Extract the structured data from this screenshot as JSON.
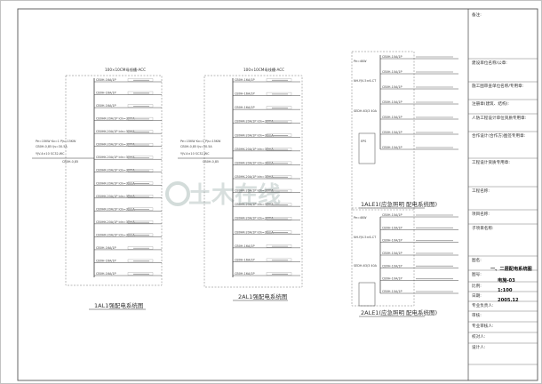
{
  "panels": {
    "p1": {
      "bus_label": "100×10CM母线槽-ACC",
      "caption": "1AL1强配电系统图",
      "incoming": [
        "Pe=15KW Kx=1 Pjs=15KW",
        "CB0H-0,85 Ijs=30.5A"
      ],
      "feeder_breakers": [
        "CB0H-16A/1P",
        "CB0H-16A/1P",
        "CB0H-16A/1P",
        "CB0HK-20A/1P Idn=30mA",
        "CB0HK-20A/1P Idn=30mA",
        "CB0HK-20A/1P Idn=30mA",
        "CB0HK-20A/1P Idn=30mA",
        "CB0HK-20A/1P Idn=30mA",
        "CB0HK-20A/1P Idn=30mA",
        "CB0HK-20A/1P Idn=30mA",
        "CB0HK-20A/1P Idn=30mA",
        "CB0HK-20A/1P Idn=30mA",
        "CB0HK-20A/1P Idn=30mA",
        "CB0H-16A/1P",
        "CB0H-16A/1P",
        "CB0H-16A/1P"
      ]
    },
    "p2": {
      "bus_label": "100×10CM母线槽-ACC",
      "caption": "2AL1强配电系统图",
      "incoming": [
        "Pe=15KW Kx=1 Pjs=15KW",
        "CB0H-0,85 Ijs=30.5A"
      ],
      "feeder_breakers": [
        "CB0H-16A/1P",
        "CB0H-16A/1P",
        "CB0H-16A/1P",
        "CB0HK-20A/1P Idn=30mA",
        "CB0HK-20A/1P Idn=30mA",
        "CB0HK-20A/1P Idn=30mA",
        "CB0HK-20A/1P Idn=30mA",
        "CB0HK-20A/1P Idn=30mA",
        "CB0HK-20A/1P Idn=30mA",
        "CB0HK-20A/1P Idn=30mA",
        "CB0HK-20A/1P Idn=30mA",
        "CB0HK-20A/1P Idn=30mA",
        "CB0H-16A/1P",
        "CB0H-16A/1P",
        "CB0H-16A/1P"
      ]
    },
    "p3": {
      "caption": "1ALE1(应急照明 配电系统图)",
      "feeders": [
        "CB0H-10A/1P",
        "CB0H-10A/1P",
        "CB0H-10A/1P",
        "CB0H-10A/1P",
        "CB0H-10A/1P",
        "CB0H-10A/1P",
        "CB0H-10A/1P"
      ]
    },
    "p4": {
      "caption": "2ALE1(应急照明 配电系统图)",
      "feeders": [
        "CB0H-10A/1P",
        "CB0H-10A/1P",
        "CB0H-10A/1P",
        "CB0H-10A/1P",
        "CB0H-10A/1P",
        "CB0H-10A/1P",
        "CB0H-10A/1P"
      ]
    }
  },
  "title_block": {
    "remarks_label": "备注:",
    "rows": [
      "建设单位名称/公章:",
      "施工图审查单位名称/专用章:",
      "注册章(建筑、结构):",
      "人防工程设计单位资质专用章:",
      "合作设计(合作方)图签专用章:",
      "工程设计资质专用章:",
      "工程名称:",
      "项目名称:",
      "子项目名称:",
      "图名:",
      "图号:",
      "比例:",
      "日期:",
      "专业负责人:",
      "审核:",
      "专业审核人:",
      "校对人:",
      "设计人:"
    ],
    "drawing_name": "一、二层配电系统图",
    "drawing_no": "电施-03",
    "scale": "1:100",
    "date": "2005.12"
  },
  "watermark": "土木在线"
}
